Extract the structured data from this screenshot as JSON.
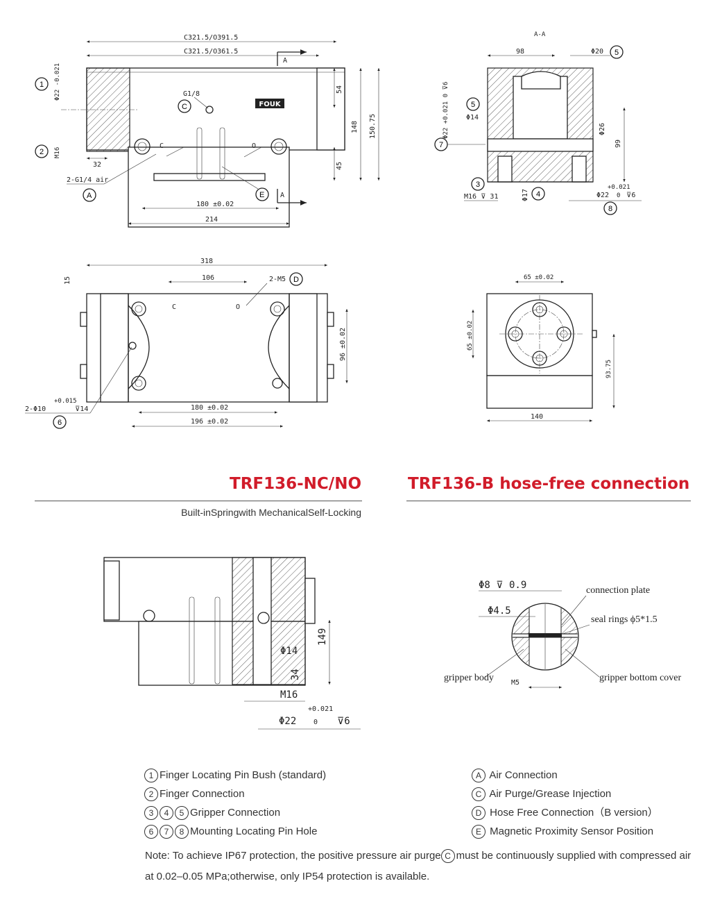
{
  "titles": {
    "left": "TRF136-NC/NO",
    "right": "TRF136-B hose-free connection",
    "subtitle": "Built-inSpringwith MechanicalSelf-Locking"
  },
  "drawing_labels": {
    "section_mark": "A-A",
    "section_arrow": "A",
    "dim_c3215": "C321.5/O391.5",
    "dim_c3215b": "C321.5/O361.5",
    "dim_g18": "G1/8",
    "dim_54": "54",
    "dim_148": "148",
    "dim_15075": "150.75",
    "dim_45": "45",
    "dim_phi22_top": "Φ22 -0.021",
    "dim_m16": "M16",
    "dim_32": "32",
    "dim_g14air": "2-G1/4 air",
    "dim_180": "180 ±0.02",
    "dim_214": "214",
    "mark_c": "C",
    "mark_o": "O",
    "dim_98": "98",
    "dim_phi20": "Φ20",
    "dim_phi14": "Φ14",
    "dim_phi22_6": "Φ22 +0.021 0 ⊽6",
    "dim_phi26": "Φ26",
    "dim_99": "99",
    "dim_m16_31": "M16 ⊽ 31",
    "dim_phi17": "Φ17",
    "dim_phi22b": "Φ22",
    "dim_021": "+0.021",
    "dim_0": "0",
    "dim_v6": "⊽6",
    "dim_318": "318",
    "dim_106": "106",
    "dim_15": "15",
    "dim_2m5": "2-M5",
    "dim_96": "96 ±0.02",
    "dim_phi10": "2-Φ10",
    "dim_015": "+0.015",
    "dim_v14": "⊽14",
    "dim_196": "196 ±0.02",
    "dim_65h": "65 ±0.02",
    "dim_65v": "65 ±0.02",
    "dim_9375": "93.75",
    "dim_140": "140",
    "dim_149": "149",
    "dim_34": "34",
    "dim_phi22_big": "Φ22",
    "dim_phi14_big": "Φ14",
    "dim_m16_big": "M16",
    "dim_big_021": "+0.021",
    "dim_big_0": "0",
    "dim_big_v6": "⊽6",
    "dim_phi8": "Φ8 ⊽ 0.9",
    "dim_phi45": "Φ4.5",
    "dim_m5": "M5",
    "lbl_connection_plate": "connection plate",
    "lbl_seal_rings": "seal rings ϕ5*1.5",
    "lbl_gripper_body": "gripper body",
    "lbl_gripper_bottom": "gripper bottom cover",
    "brand": "FOUK"
  },
  "callouts": {
    "c1": "1",
    "c2": "2",
    "c3": "3",
    "c4": "4",
    "c5": "5",
    "c6": "6",
    "c7": "7",
    "c8": "8",
    "cA": "A",
    "cC": "C",
    "cD": "D",
    "cE": "E"
  },
  "legend_left": [
    {
      "marks": [
        "1"
      ],
      "text": "Finger Locating Pin Bush (standard)"
    },
    {
      "marks": [
        "2"
      ],
      "text": "Finger Connection"
    },
    {
      "marks": [
        "3",
        "4",
        "5"
      ],
      "text": "Gripper Connection"
    },
    {
      "marks": [
        "6",
        "7",
        "8"
      ],
      "text": "Mounting Locating Pin Hole"
    }
  ],
  "legend_right": [
    {
      "mark": "A",
      "text": "Air Connection"
    },
    {
      "mark": "C",
      "text": "Air Purge/Grease Injection"
    },
    {
      "mark": "D",
      "text": "Hose Free Connection（B version）"
    },
    {
      "mark": "E",
      "text": "Magnetic Proximity Sensor Position"
    }
  ],
  "note": {
    "part1": "Note: To achieve IP67 protection, the positive pressure air purge",
    "mark": "C",
    "part2": "must be continuously supplied with compressed air at 0.02–0.05 MPa;otherwise, only IP54 protection is available."
  },
  "colors": {
    "accent": "#d11c2a",
    "line": "#222222"
  }
}
